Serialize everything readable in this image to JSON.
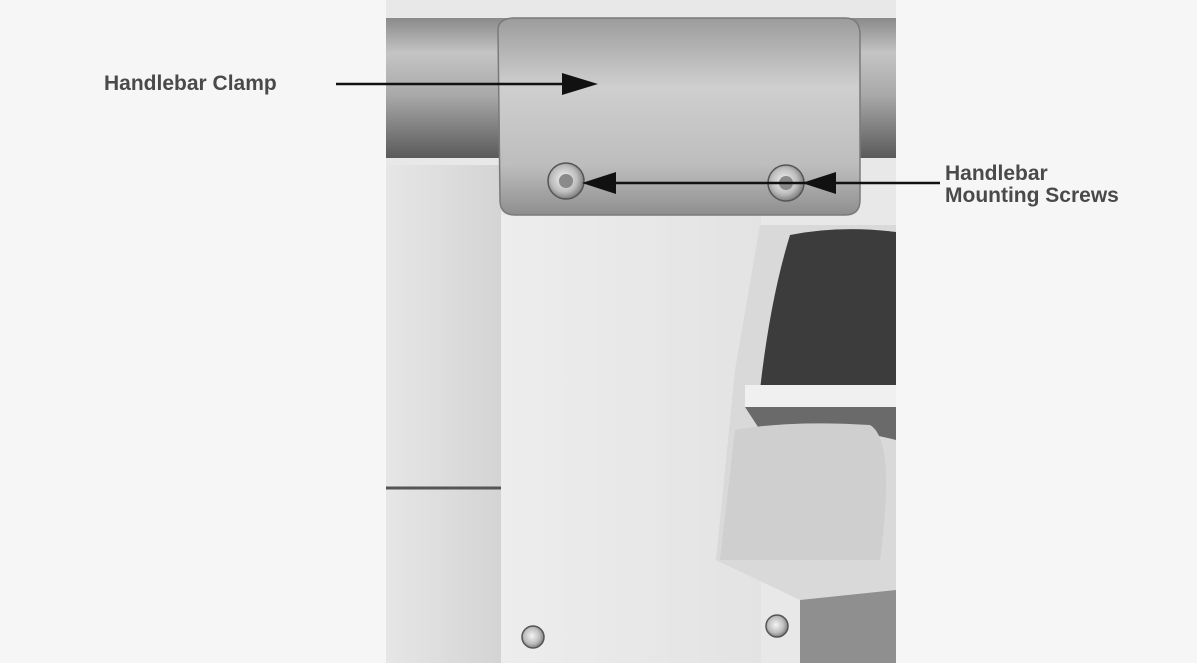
{
  "labels": {
    "clamp": "Handlebar Clamp",
    "screws_line1": "Handlebar",
    "screws_line2": "Mounting Screws"
  },
  "colors": {
    "text": "#4a4a4a",
    "arrow": "#111111",
    "background": "#f6f6f6"
  }
}
